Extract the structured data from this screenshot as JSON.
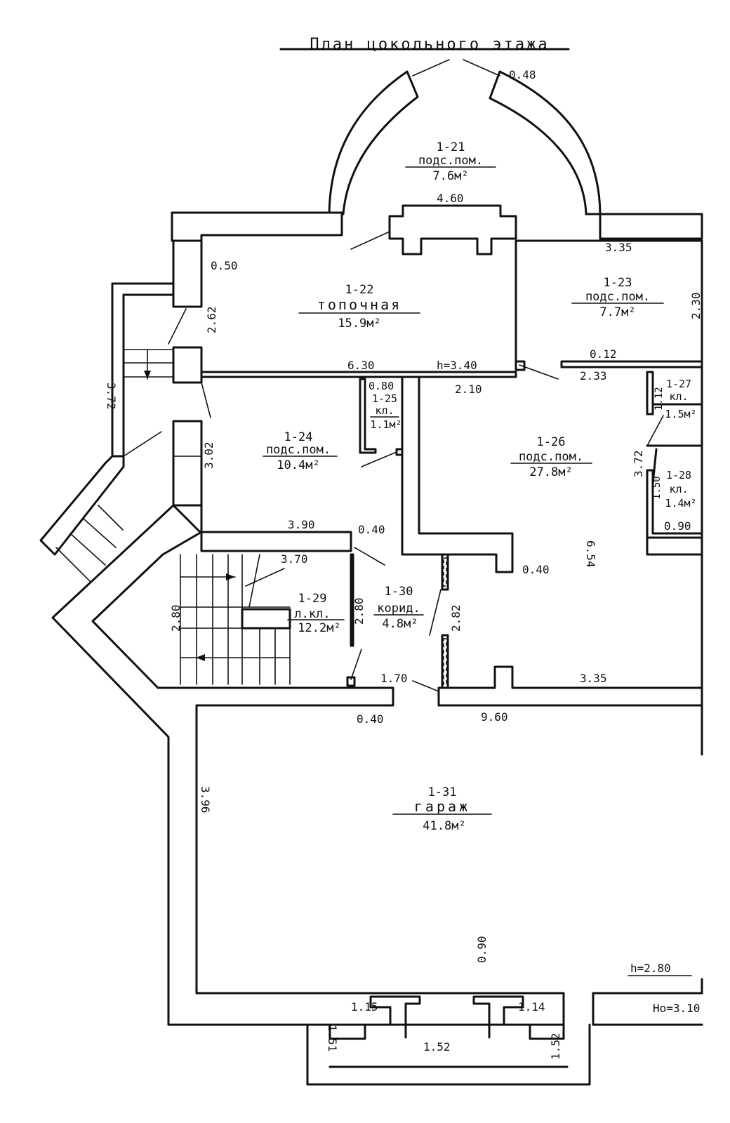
{
  "title": "План цокольного этажа",
  "rooms": [
    {
      "number": "1-21",
      "name": "подс.пом.",
      "area": "7.6м²"
    },
    {
      "number": "1-22",
      "name": "топочная",
      "area": "15.9м²"
    },
    {
      "number": "1-23",
      "name": "подс.пом.",
      "area": "7.7м²"
    },
    {
      "number": "1-24",
      "name": "подс.пом.",
      "area": "10.4м²"
    },
    {
      "number": "1-25",
      "name": "кл.",
      "area": "1.1м²"
    },
    {
      "number": "1-26",
      "name": "подс.пом.",
      "area": "27.8м²"
    },
    {
      "number": "1-27",
      "name": "кл.",
      "area": "1.5м²"
    },
    {
      "number": "1-28",
      "name": "кл.",
      "area": "1.4м²"
    },
    {
      "number": "1-29",
      "name": "л.кл.",
      "area": "12.2м²"
    },
    {
      "number": "1-30",
      "name": "корид.",
      "area": "4.8м²"
    },
    {
      "number": "1-31",
      "name": "гараж",
      "area": "41.8м²"
    }
  ],
  "dimensions": {
    "d048": "0.48",
    "d460": "4.60",
    "d050": "0.50",
    "d335a": "3.35",
    "d262": "2.62",
    "d230": "2.30",
    "d372a": "3.72",
    "d630": "6.30",
    "h340": "h=3.40",
    "d012": "0.12",
    "d080": "0.80",
    "d210": "2.10",
    "d233": "2.33",
    "d112": "1.12",
    "d302": "3.02",
    "d372b": "3.72",
    "d150": "1.50",
    "d090a": "0.90",
    "d390": "3.90",
    "d040a": "0.40",
    "d654": "6.54",
    "d370": "3.70",
    "d040b": "0.40",
    "d280a": "2.80",
    "d280b": "2.80",
    "d282": "2.82",
    "d170": "1.70",
    "d335b": "3.35",
    "d040c": "0.40",
    "d960": "9.60",
    "d396": "3.96",
    "h280": "h=2.80",
    "ho310": "Hо=3.10",
    "d115": "1.15",
    "d114": "1.14",
    "d090b": "0.90",
    "d151": "1.51",
    "d152a": "1.52",
    "d152b": "1.52"
  }
}
